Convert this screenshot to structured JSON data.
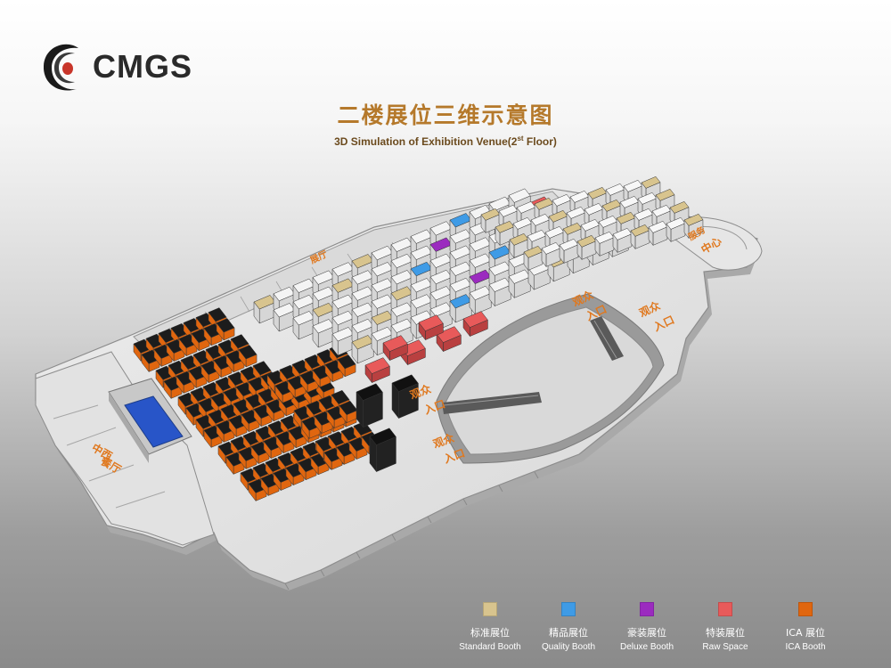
{
  "header": {
    "logo_text": "CMGS",
    "title_zh": "二楼展位三维示意图",
    "title_en_main": "3D Simulation of Exhibition Venue(2",
    "title_en_sup": "st",
    "title_en_tail": " Floor)"
  },
  "plan_labels": {
    "entrance_a_line1": "观众",
    "entrance_a_line2": "入口",
    "entrance_b_line1": "观众",
    "entrance_b_line2": "入口",
    "entrance_c_line1": "观众",
    "entrance_c_line2": "入口",
    "entrance_d_line1": "观众",
    "entrance_d_line2": "入口",
    "restaurant_line1": "中西",
    "restaurant_line2": "餐厅",
    "center_label": "中心",
    "side_label": "服务",
    "top_label": "展厅"
  },
  "legend": {
    "items": [
      {
        "zh": "标准展位",
        "en": "Standard  Booth",
        "color": "#d8c48e"
      },
      {
        "zh": "精品展位",
        "en": "Quality  Booth",
        "color": "#3f9be6"
      },
      {
        "zh": "豪装展位",
        "en": "Deluxe  Booth",
        "color": "#9b2bbf"
      },
      {
        "zh": "特装展位",
        "en": "Raw  Space",
        "color": "#e85a5a"
      },
      {
        "zh": "ICA 展位",
        "en": "ICA Booth",
        "color": "#e0660f"
      }
    ]
  }
}
